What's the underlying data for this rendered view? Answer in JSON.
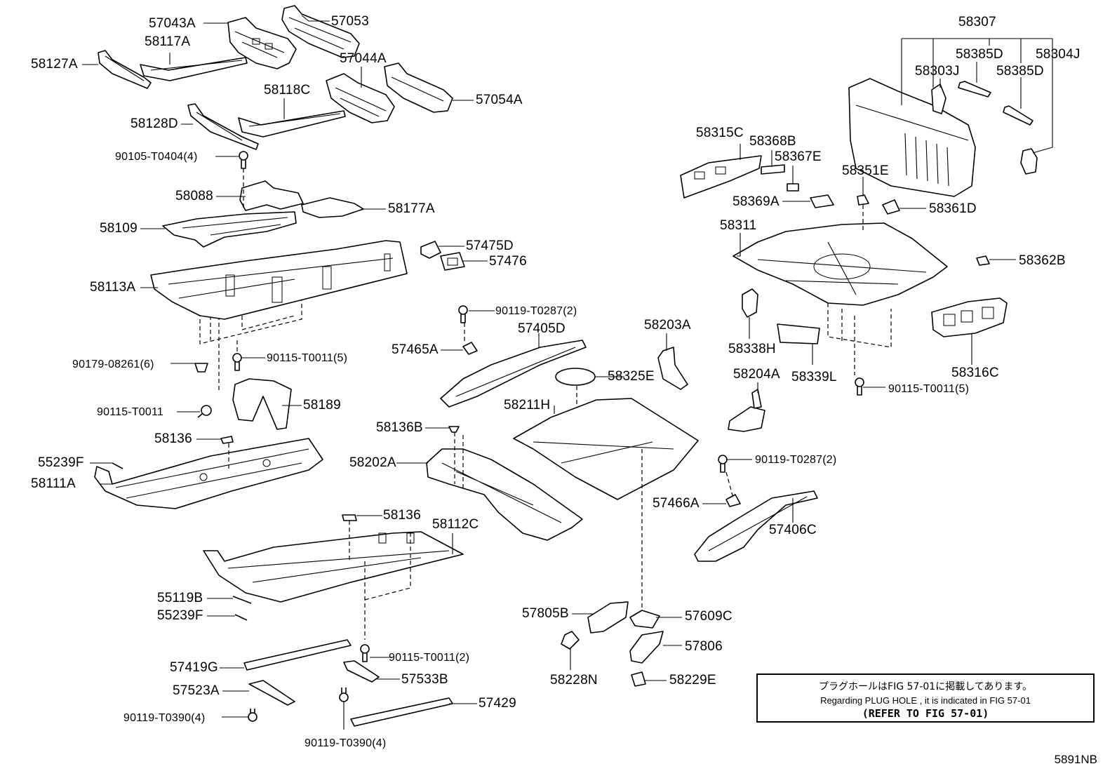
{
  "labels": {
    "p57043A": "57043A",
    "p57053": "57053",
    "p58117A": "58117A",
    "p58127A": "58127A",
    "p57044A": "57044A",
    "p57054A": "57054A",
    "p58118C": "58118C",
    "p58128D": "58128D",
    "p90105_T0404_4": "90105-T0404(4)",
    "p58088": "58088",
    "p58177A": "58177A",
    "p58109": "58109",
    "p57475D": "57475D",
    "p57476": "57476",
    "p58113A": "58113A",
    "p90119_T0287_2a": "90119-T0287(2)",
    "p57405D": "57405D",
    "p57465A": "57465A",
    "p90179_08261_6": "90179-08261(6)",
    "p90115_T0011_5a": "90115-T0011(5)",
    "p90115_T0011": "90115-T0011",
    "p58189": "58189",
    "p58136a": "58136",
    "p55239Fa": "55239F",
    "p58111A": "58111A",
    "p58136B": "58136B",
    "p58202A": "58202A",
    "p58211H": "58211H",
    "p58325E": "58325E",
    "p58203A": "58203A",
    "p58136b": "58136",
    "p58112C": "58112C",
    "p55119B": "55119B",
    "p55239Fb": "55239F",
    "p57419G": "57419G",
    "p90115_T0011_2": "90115-T0011(2)",
    "p57533B": "57533B",
    "p57523A": "57523A",
    "p57429": "57429",
    "p90119_T0390_4a": "90119-T0390(4)",
    "p90119_T0390_4b": "90119-T0390(4)",
    "p57805B": "57805B",
    "p57609C": "57609C",
    "p57806": "57806",
    "p58228N": "58228N",
    "p58229E": "58229E",
    "p90119_T0287_2b": "90119-T0287(2)",
    "p57466A": "57466A",
    "p57406C": "57406C",
    "p58204A": "58204A",
    "p58338H": "58338H",
    "p58339L": "58339L",
    "p58307": "58307",
    "p58385Da": "58385D",
    "p58304J": "58304J",
    "p58303J": "58303J",
    "p58385Db": "58385D",
    "p58315C": "58315C",
    "p58368B": "58368B",
    "p58367E": "58367E",
    "p58351E": "58351E",
    "p58369A": "58369A",
    "p58361D": "58361D",
    "p58311": "58311",
    "p58362B": "58362B",
    "p58316C": "58316C",
    "p90115_T0011_5b": "90115-T0011(5)"
  },
  "note": {
    "japanese": "プラグホールはFIG 57-01に掲載してあります。",
    "english": "Regarding  PLUG  HOLE , it is indicated in FIG  57-01",
    "refer": "(REFER TO FIG 57-01)"
  },
  "diagram_code": "5891NB"
}
